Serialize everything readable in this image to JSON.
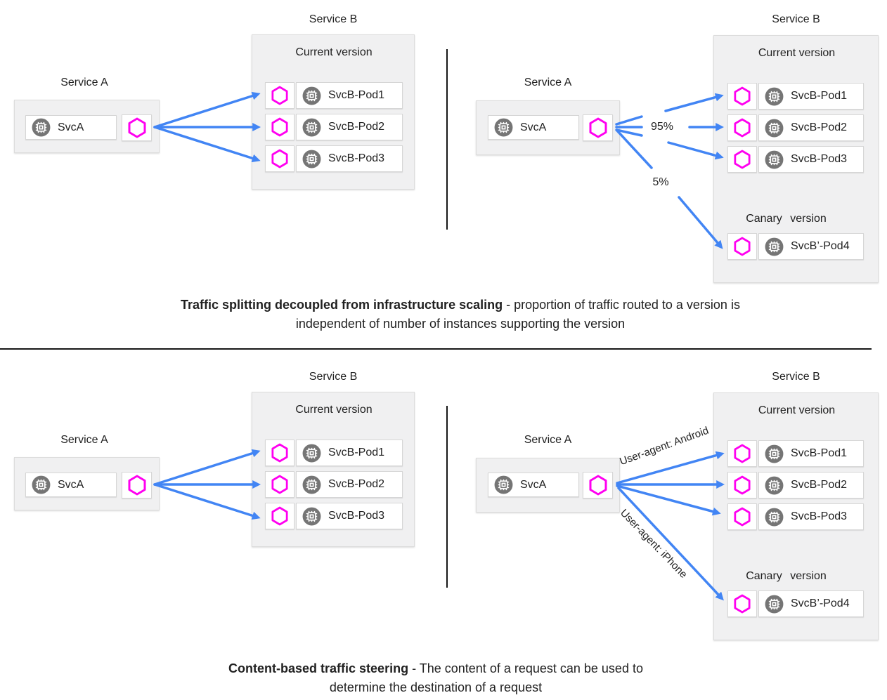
{
  "colors": {
    "arrow": "#4285F4",
    "envoy": "#FF00F0",
    "chip_bg": "#757575",
    "panel_bg": "#F0F0F1",
    "divider": "#161616",
    "text": "#212121"
  },
  "top": {
    "left": {
      "service_a": {
        "title": "Service A",
        "workload": "SvcA"
      },
      "service_b": {
        "title": "Service B",
        "group": "Current version",
        "pods": [
          "SvcB-Pod1",
          "SvcB-Pod2",
          "SvcB-Pod3"
        ]
      }
    },
    "right": {
      "service_a": {
        "title": "Service A",
        "workload": "SvcA"
      },
      "service_b": {
        "title": "Service B",
        "group": "Current version",
        "pods": [
          "SvcB-Pod1",
          "SvcB-Pod2",
          "SvcB-Pod3"
        ],
        "canary_group": "Canary version",
        "canary_pod": "SvcB’-Pod4"
      },
      "splits": {
        "major": "95%",
        "minor": "5%"
      }
    },
    "caption": {
      "bold": "Traffic splitting decoupled from infrastructure scaling",
      "line1_rest": " - proportion of traffic routed to a version is",
      "line2": "independent of number of instances supporting the version"
    }
  },
  "bottom": {
    "left": {
      "service_a": {
        "title": "Service A",
        "workload": "SvcA"
      },
      "service_b": {
        "title": "Service B",
        "group": "Current version",
        "pods": [
          "SvcB-Pod1",
          "SvcB-Pod2",
          "SvcB-Pod3"
        ]
      }
    },
    "right": {
      "service_a": {
        "title": "Service A",
        "workload": "SvcA"
      },
      "service_b": {
        "title": "Service B",
        "group": "Current version",
        "pods": [
          "SvcB-Pod1",
          "SvcB-Pod2",
          "SvcB-Pod3"
        ],
        "canary_group": "Canary version",
        "canary_pod": "SvcB’-Pod4"
      },
      "routes": {
        "android": "User-agent: Android",
        "iphone": "User-agent: iPhone"
      }
    },
    "caption": {
      "bold": "Content-based traffic steering",
      "line1_rest": " - The content of a request can be used to",
      "line2": "determine the destination of a request"
    }
  }
}
